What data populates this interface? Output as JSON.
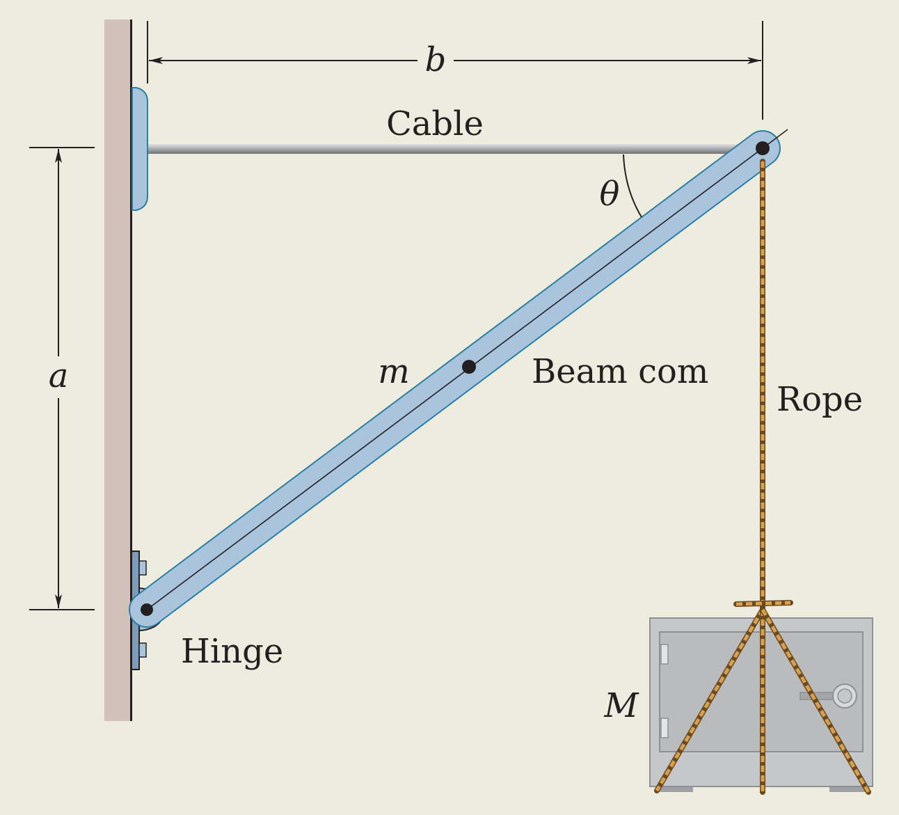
{
  "labels": {
    "cable": "Cable",
    "beam_com": "Beam com",
    "rope": "Rope",
    "hinge": "Hinge",
    "dim_a": "a",
    "dim_b": "b",
    "angle": "θ",
    "beam_mass": "m",
    "block_mass": "M"
  },
  "colors": {
    "background": "#edecdf",
    "wall": "#d1c1b8",
    "beam": "#a9c4dc",
    "beam_edge": "#2a7fa3",
    "rope": "#c98f3e",
    "safe": "#c6c7c9"
  }
}
